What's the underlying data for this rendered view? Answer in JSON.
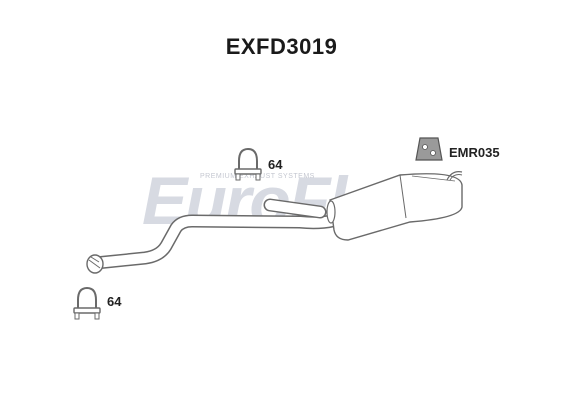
{
  "product": {
    "code": "EXFD3019"
  },
  "watermark": {
    "brand": "EuroFlo",
    "tagline": "PREMIUM EXHAUST SYSTEMS"
  },
  "parts": {
    "clamp_upper_qty": "64",
    "clamp_lower_qty": "64",
    "mount_code": "EMR035"
  },
  "colors": {
    "outline": "#6a6a6a",
    "watermark": "#d7dae2",
    "watermark_accent": "#f3d6cc",
    "fill": "#ffffff",
    "mount_fill": "#9a9a9a"
  }
}
